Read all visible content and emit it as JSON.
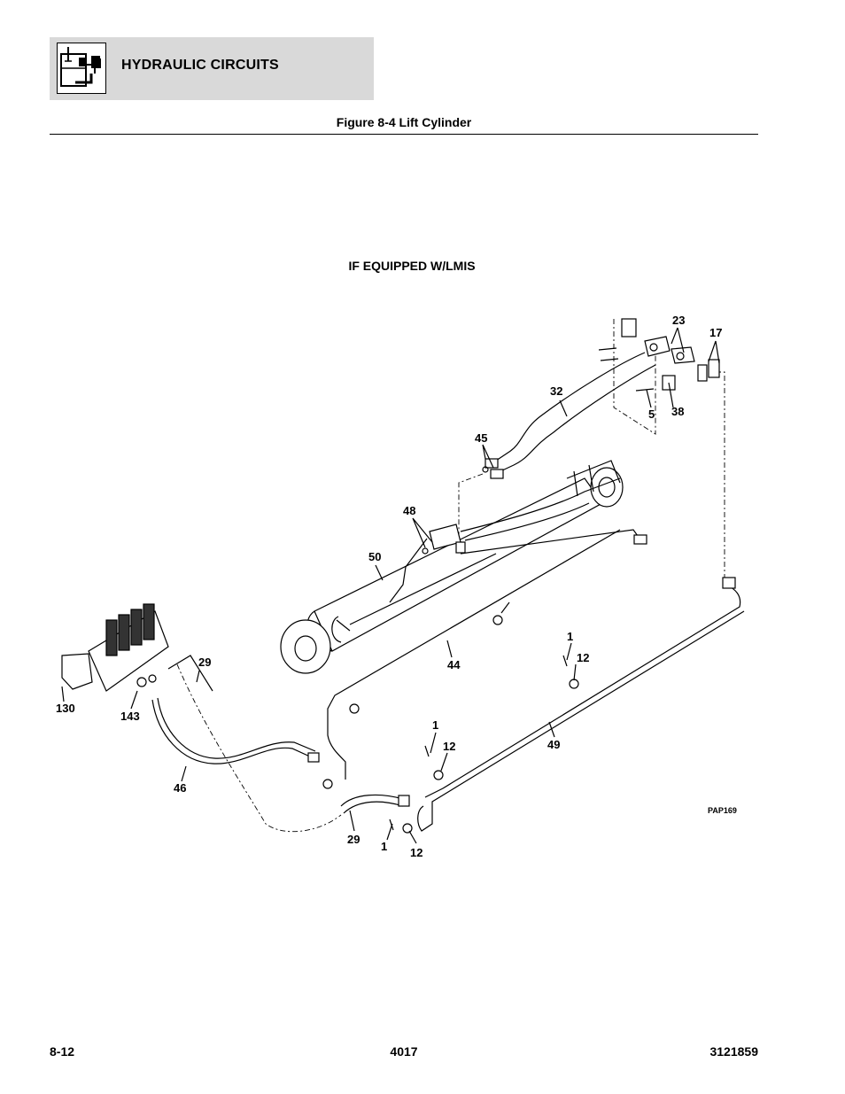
{
  "header": {
    "icon": "hydraulic-reservoir-icon",
    "title": "HYDRAULIC CIRCUITS"
  },
  "figure": {
    "title": "Figure 8-4 Lift Cylinder",
    "option_label": "IF EQUIPPED W/LMIS",
    "drawing_id": "PAP169",
    "callouts": [
      {
        "id": "c23",
        "text": "23"
      },
      {
        "id": "c17",
        "text": "17"
      },
      {
        "id": "c32",
        "text": "32"
      },
      {
        "id": "c5",
        "text": "5"
      },
      {
        "id": "c38",
        "text": "38"
      },
      {
        "id": "c45",
        "text": "45"
      },
      {
        "id": "c48",
        "text": "48"
      },
      {
        "id": "c50",
        "text": "50"
      },
      {
        "id": "c29a",
        "text": "29"
      },
      {
        "id": "c44",
        "text": "44"
      },
      {
        "id": "c1a",
        "text": "1"
      },
      {
        "id": "c12a",
        "text": "12"
      },
      {
        "id": "c130",
        "text": "130"
      },
      {
        "id": "c143",
        "text": "143"
      },
      {
        "id": "c1b",
        "text": "1"
      },
      {
        "id": "c12b",
        "text": "12"
      },
      {
        "id": "c49",
        "text": "49"
      },
      {
        "id": "c46",
        "text": "46"
      },
      {
        "id": "c29b",
        "text": "29"
      },
      {
        "id": "c1c",
        "text": "1"
      },
      {
        "id": "c12c",
        "text": "12"
      }
    ]
  },
  "footer": {
    "page_number": "8-12",
    "model": "4017",
    "manual_number": "3121859"
  }
}
